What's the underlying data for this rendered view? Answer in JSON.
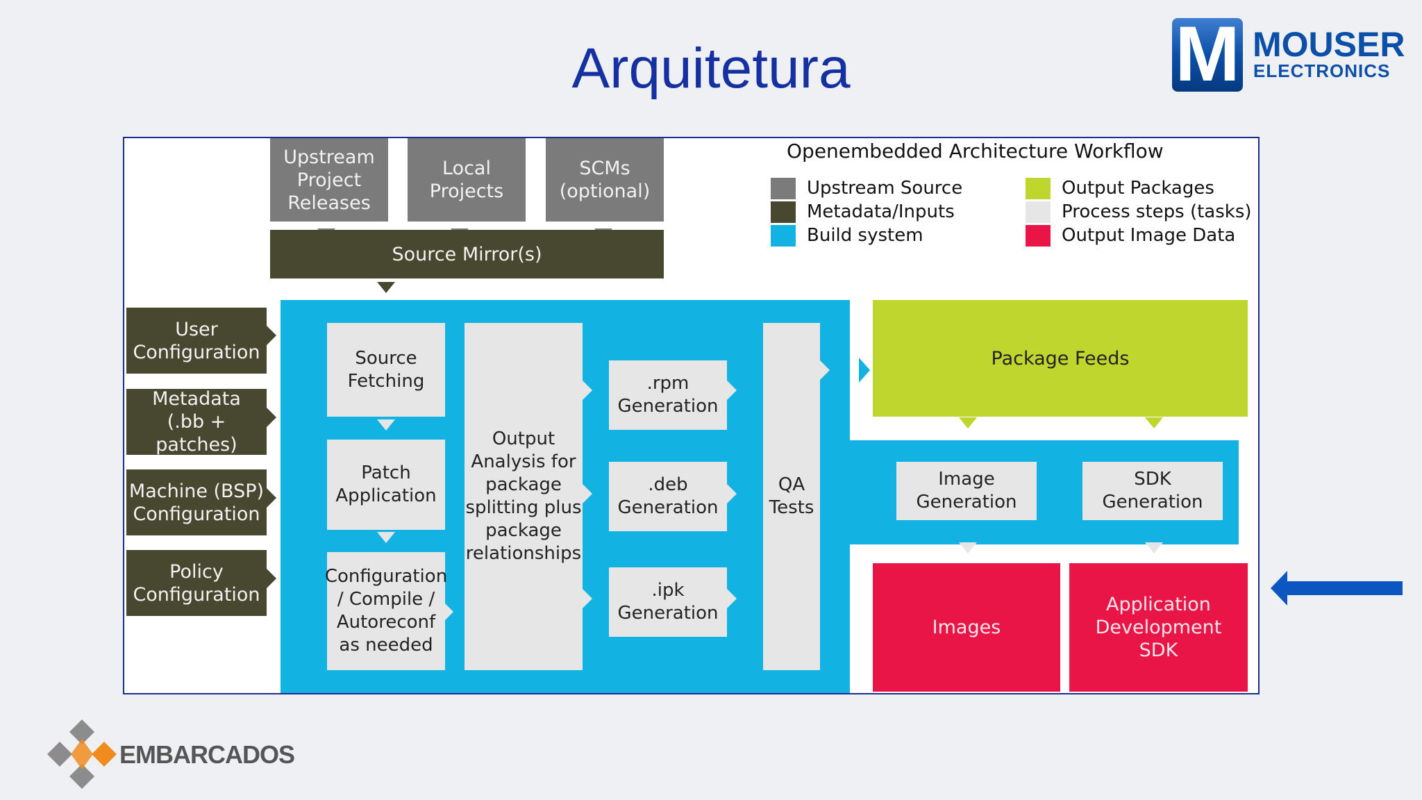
{
  "slide": {
    "title": "Arquitetura"
  },
  "logos": {
    "mouser": {
      "badge_letter": "M",
      "name": "MOUSER",
      "sub": "ELECTRONICS"
    },
    "embarcados": {
      "name": "EMBARCADOS"
    }
  },
  "diagram": {
    "title": "Openembedded Architecture Workflow",
    "legend": [
      {
        "label": "Upstream Source",
        "color": "#7b7b7b"
      },
      {
        "label": "Metadata/Inputs",
        "color": "#48472f"
      },
      {
        "label": "Build system",
        "color": "#12b3e2"
      },
      {
        "label": "Output Packages",
        "color": "#bfd62e"
      },
      {
        "label": "Process steps (tasks)",
        "color": "#e6e6e6"
      },
      {
        "label": "Output Image Data",
        "color": "#e91547"
      }
    ],
    "upstream": {
      "releases": "Upstream\nProject\nReleases",
      "local": "Local\nProjects",
      "scms": "SCMs\n(optional)",
      "mirror": "Source Mirror(s)"
    },
    "inputs": {
      "user": "User\nConfiguration",
      "metadata": "Metadata\n(.bb + patches)",
      "machine": "Machine (BSP)\nConfiguration",
      "policy": "Policy\nConfiguration"
    },
    "steps": {
      "fetch": "Source\nFetching",
      "patch": "Patch\nApplication",
      "configure": "Configuration\n/ Compile /\nAutoreconf\nas needed",
      "analysis": "Output\nAnalysis for\npackage\nsplitting plus\npackage\nrelationships",
      "rpm": ".rpm\nGeneration",
      "deb": ".deb\nGeneration",
      "ipk": ".ipk\nGeneration",
      "qa": "QA\nTests",
      "image_gen": "Image\nGeneration",
      "sdk_gen": "SDK\nGeneration"
    },
    "outputs": {
      "feeds": "Package Feeds",
      "images": "Images",
      "app_sdk": "Application\nDevelopment\nSDK"
    },
    "colors": {
      "upstream": "#7b7b7b",
      "metadata": "#48472f",
      "build": "#12b3e2",
      "packages": "#bfd62e",
      "steps": "#e6e6e6",
      "image_data": "#e91547",
      "accent_arrow": "#0b56c0"
    }
  }
}
